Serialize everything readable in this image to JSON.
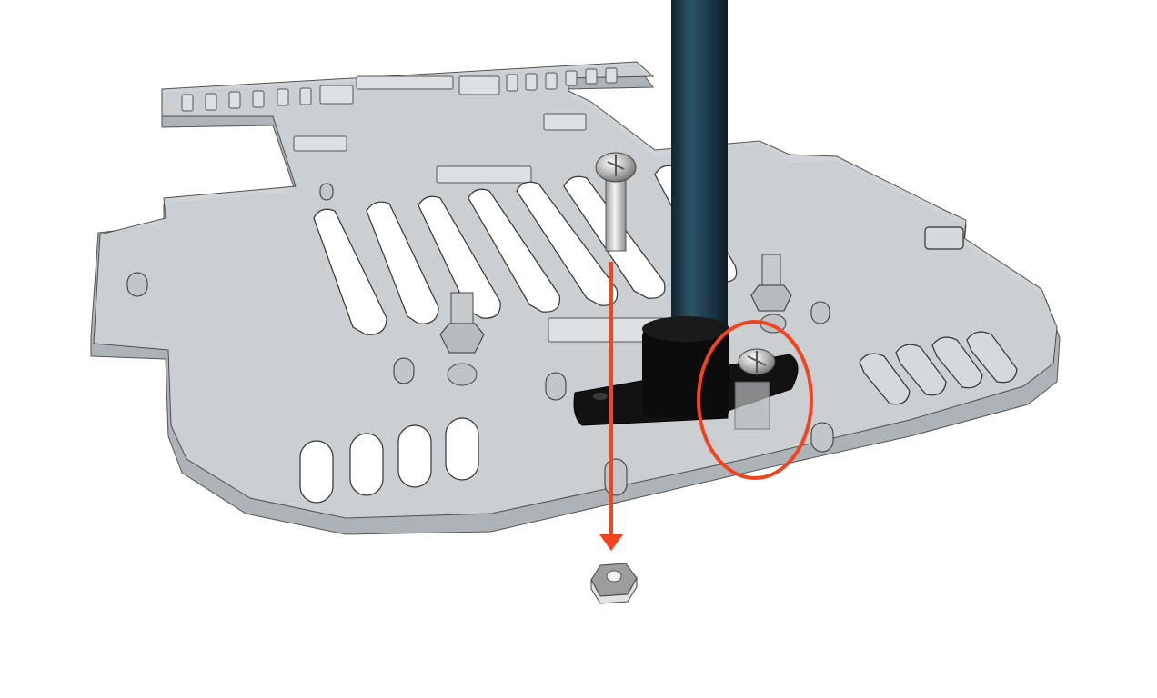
{
  "figure": {
    "kind": "3d-assembly-render",
    "parts": [
      {
        "name": "acrylic-base-plate",
        "color": "#c4c8cc"
      },
      {
        "name": "vertical-rod",
        "color": "#1f3e50"
      },
      {
        "name": "rod-mount-bracket",
        "color": "#111111"
      },
      {
        "name": "machine-screw",
        "color": "#c9c9c9"
      },
      {
        "name": "hex-nut",
        "color": "#9a9a9a"
      }
    ],
    "annotations": {
      "arrow_color": "#f0451e",
      "highlight_color": "#f0451e",
      "arrow_meaning": "screw-inserted-and-secured-with-nut-below",
      "ellipse_meaning": "installed-screw-reference"
    }
  }
}
